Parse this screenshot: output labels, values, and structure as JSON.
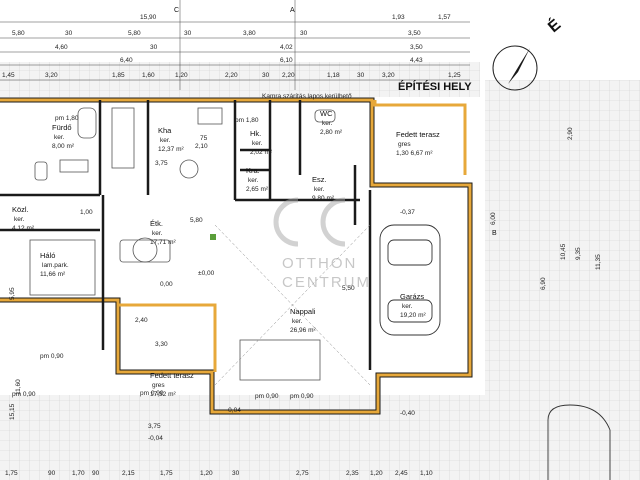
{
  "top_dims": {
    "row1": [
      "15,90",
      "1,93",
      "1,57"
    ],
    "row2": [
      "5,80",
      "30",
      "5,80",
      "30",
      "3,80",
      "30",
      "3,50"
    ],
    "row3": [
      "4,60",
      "30",
      "4,02",
      "3,50"
    ],
    "row4": [
      "6,40",
      "6,10",
      "4,43"
    ],
    "row5": [
      "1,45",
      "3,20",
      "1,85",
      "1,60",
      "1,20",
      "2,20",
      "30",
      "2,20",
      "1,18",
      "30",
      "3,20",
      "1,25"
    ],
    "section_marks": [
      "C",
      "A"
    ]
  },
  "site_label": "ÉPÍTÉSI HELY",
  "north_label": "É",
  "rooms": [
    {
      "name": "Fürdő",
      "sub": "ker.",
      "area": "8,00 m²"
    },
    {
      "name": "Kha",
      "sub": "ker.",
      "area": "12,37 m²"
    },
    {
      "name": "Hk.",
      "sub": "ker.",
      "area": "2,02 m²"
    },
    {
      "name": "Kra.",
      "sub": "ker.",
      "area": "2,65 m²"
    },
    {
      "name": "WC",
      "sub": "ker.",
      "area": "2,80 m²"
    },
    {
      "name": "Fedett terasz",
      "sub": "gres",
      "area": "1,30 6,67 m²"
    },
    {
      "name": "Közl.",
      "sub": "ker.",
      "area": "4,12 m²"
    },
    {
      "name": "Étk.",
      "sub": "ker.",
      "area": "17,71 m²"
    },
    {
      "name": "Esz.",
      "sub": "ker.",
      "area": "9,80 m²"
    },
    {
      "name": "Háló",
      "sub": "lam.park.",
      "area": "11,66 m²"
    },
    {
      "name": "Nappali",
      "sub": "ker.",
      "area": "26,96 m²"
    },
    {
      "name": "Garázs",
      "sub": "ker.",
      "area": "19,20 m²"
    },
    {
      "name": "Fedett terasz",
      "sub": "gres",
      "area": "17,32 m²"
    }
  ],
  "inner_dims": [
    "pm 1,80",
    "pm 1,80",
    "pm 0,90",
    "pm 0,90",
    "pm 0,90",
    "pm 0,90",
    "pm 0,90",
    "2,10",
    "2,40",
    "3,75",
    "3,30",
    "5,50",
    "5,80",
    "1,00",
    "0,00",
    "-0,04",
    "-0,37",
    "-0,40",
    "-0,04",
    "±0,00",
    "75",
    "3,75"
  ],
  "right_dims": [
    "9,35",
    "10,45",
    "6,90",
    "11,35",
    "2,90",
    "6,00",
    "B"
  ],
  "left_dims": [
    "11,60",
    "15,15",
    "5,95"
  ],
  "bottom_dims": [
    "1,75",
    "90",
    "1,70",
    "90",
    "2,15",
    "1,75",
    "1,20",
    "30",
    "2,75",
    "2,35",
    "1,20",
    "2,45",
    "1,10"
  ],
  "note": "Kamra szárítás lapos kerülhető",
  "watermark": {
    "line1": "OTTHON",
    "line2": "CENTRUM",
    "mono": "OC"
  },
  "colors": {
    "wall": "#e7a83a",
    "wall_dark": "#1a1a1a",
    "grass": "#c9c9c9"
  }
}
